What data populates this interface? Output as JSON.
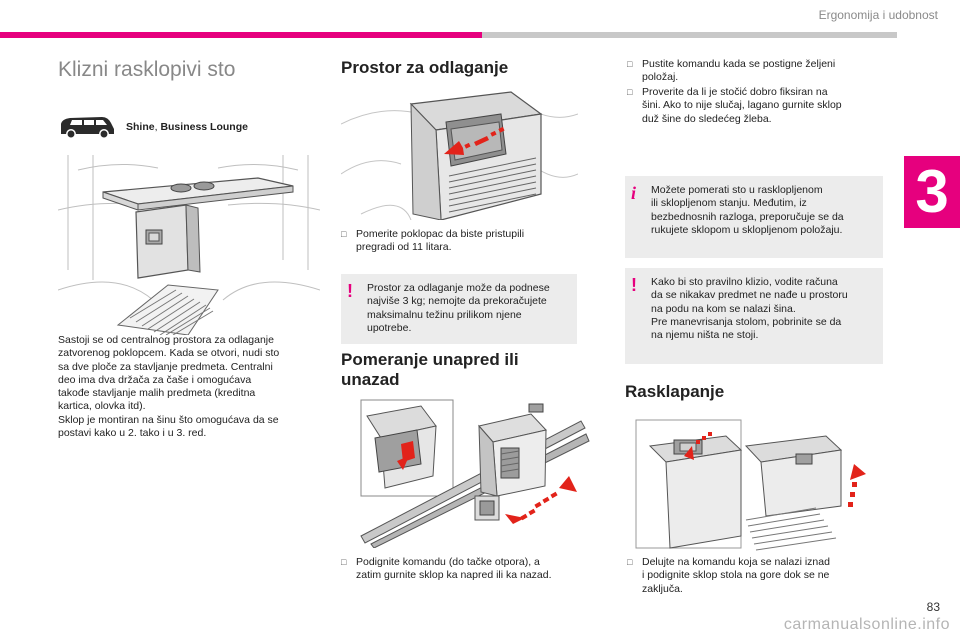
{
  "header": {
    "section": "Ergonomija i udobnost",
    "chapter": "3"
  },
  "page": {
    "number": "83",
    "watermark": "carmanualsonline.info"
  },
  "left": {
    "title": "Klizni rasklopivi sto",
    "models": {
      "a": "Shine",
      "sep": ", ",
      "b": "Business Lounge"
    },
    "description": [
      "Sastoji se od centralnog prostora za odlaganje",
      "zatvorenog poklopcem. Kada se otvori, nudi sto",
      "sa dve ploče za stavljanje predmeta. Centralni",
      "deo ima dva držača za čaše i omogućava",
      "takođe stavljanje malih predmeta (kreditna",
      "kartica, olovka itd).",
      "Sklop je montiran na šinu što omogućava da se",
      "postavi kako u 2. tako i u 3. red."
    ]
  },
  "middle": {
    "storage": {
      "title": "Prostor za odlaganje",
      "bullet": [
        "Pomerite poklopac da biste pristupili",
        "pregradi od 11 litara."
      ],
      "warning": [
        "Prostor za odlaganje može da podnese",
        "najviše 3 kg; nemojte da prekoračujete",
        "maksimalnu težinu prilikom njene",
        "upotrebe."
      ]
    },
    "moving": {
      "title_line1": "Pomeranje unapred ili",
      "title_line2": "unazad",
      "bullet": [
        "Podignite komandu (do tačke otpora), a",
        "zatim gurnite sklop ka napred ili ka nazad."
      ]
    }
  },
  "right": {
    "bullets": [
      [
        "Pustite komandu kada se postigne željeni",
        "položaj."
      ],
      [
        "Proverite da li je stočić dobro fiksiran na",
        "šini. Ako to nije slučaj, lagano gurnite sklop",
        "duž šine do sledećeg žleba."
      ]
    ],
    "info": [
      "Možete pomerati sto u rasklopljenom",
      "ili sklopljenom stanju. Međutim, iz",
      "bezbednosnih razloga, preporučuje se da",
      "rukujete sklopom u sklopljenom položaju."
    ],
    "warning": [
      "Kako bi sto pravilno klizio, vodite računa",
      "da se nikakav predmet ne nađe u prostoru",
      "na podu na kom se nalazi šina.",
      "Pre manevrisanja stolom, pobrinite se da",
      "na njemu ništa ne stoji."
    ],
    "unfolding": {
      "title": "Rasklapanje",
      "bullet": [
        "Delujte na komandu koja se nalazi iznad",
        "i podignite sklop stola na gore dok se ne",
        "zaključa."
      ]
    }
  },
  "colors": {
    "accent": "#e6007e",
    "box_bg": "#ececec",
    "arrow_red": "#e2231a"
  },
  "icons": {
    "bullet": "square-bullet-icon",
    "warning": "exclamation-icon",
    "info": "info-icon",
    "vehicle": "van-silhouette-icon"
  }
}
